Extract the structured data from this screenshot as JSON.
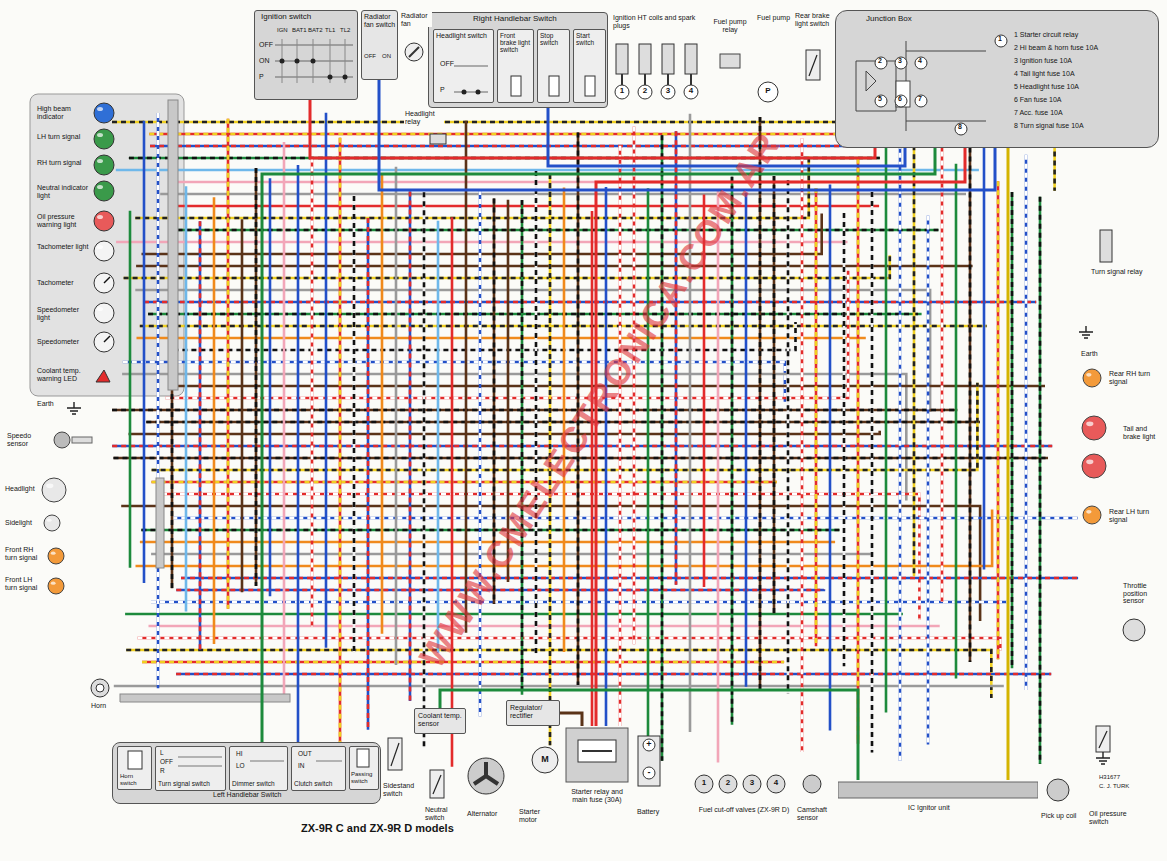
{
  "diagram": {
    "title": "ZX-9R C and ZX-9R D models",
    "nodes": [
      {
        "text": [
          "Ignition switch",
          "OFF",
          "ON",
          "P",
          "IGN",
          "BAT1",
          "BAT2",
          "TL1",
          "TL2"
        ]
      },
      {
        "text": [
          "Radiator fan switch",
          "OFF",
          "ON"
        ]
      },
      {
        "text": [
          "Right Handlebar Switch"
        ]
      },
      {
        "text": [
          "Headlight switch",
          "OFF",
          "P"
        ],
        "in": 2
      },
      {
        "text": [
          "Front brake light switch"
        ],
        "in": 2
      },
      {
        "text": [
          "Stop switch"
        ],
        "in": 2
      },
      {
        "text": [
          "Start switch"
        ],
        "in": 2
      },
      {
        "text": [
          "Junction Box",
          "1 Starter circuit relay",
          "2 Hi beam & horn fuse 10A",
          "3 Ignition fuse 10A",
          "4 Tail light fuse 10A",
          "5 Headlight fuse 10A",
          "6 Fan fuse 10A",
          "7 Acc. fuse 10A",
          "8 Turn signal fuse 10A"
        ]
      },
      {
        "text": [
          "Left Handlebar Switch"
        ]
      },
      {
        "text": [
          "Horn switch"
        ],
        "in": 8
      },
      {
        "text": [
          "L",
          "OFF",
          "R",
          "Turn signal switch"
        ],
        "in": 8
      },
      {
        "text": [
          "HI",
          "LO",
          "Dimmer switch"
        ],
        "in": 8
      },
      {
        "text": [
          "OUT",
          "IN",
          "Clutch switch"
        ],
        "in": 8
      },
      {
        "text": [
          "Passing switch"
        ],
        "in": 8
      },
      {
        "text": [
          "Coolant temp. sensor"
        ]
      },
      {
        "text": [
          "Regulator/ rectifier"
        ]
      },
      {
        "text": [
          "Starter relay and main fuse (30A)"
        ]
      },
      {
        "text": [
          "IC Ignitor unit"
        ]
      },
      {
        "text": [
          "Fuel pump relay"
        ]
      }
    ],
    "edges": [
      {
        "from": 0,
        "to": 7,
        "arrow": "none"
      },
      {
        "from": 2,
        "to": 7,
        "arrow": "none"
      },
      {
        "from": 8,
        "to": 7,
        "arrow": "none"
      },
      {
        "from": 16,
        "to": 7,
        "arrow": "none"
      },
      {
        "from": 15,
        "to": 16,
        "arrow": "none"
      },
      {
        "from": 17,
        "to": 7,
        "arrow": "none"
      },
      {
        "from": 14,
        "to": 17,
        "arrow": "none"
      },
      {
        "from": 1,
        "to": 7,
        "arrow": "none"
      }
    ],
    "labels": [
      "High beam indicator",
      "LH turn signal",
      "RH turn signal",
      "Neutral indicator light",
      "Oil pressure warning light",
      "Tachometer light",
      "Tachometer",
      "Speedometer light",
      "Speedometer",
      "Coolant temp. warning LED",
      "Earth",
      "Speedo sensor",
      "Headlight",
      "Sidelight",
      "Front RH turn signal",
      "Front LH turn signal",
      "Horn",
      "Sidestand switch",
      "Neutral switch",
      "Alternator",
      "Starter motor",
      "Battery",
      "Fuel cut-off valves (ZX-9R D)",
      "Camshaft sensor",
      "Pick up coil",
      "Oil pressure switch",
      "Throttle position sensor",
      "Rear LH turn signal",
      "Tail and brake light",
      "Rear RH turn signal",
      "Earth",
      "Turn signal relay",
      "Headlight relay",
      "Radiator fan",
      "Ignition HT coils and spark plugs",
      "Fuel pump",
      "Rear brake light switch",
      "1",
      "2",
      "3",
      "4",
      "P",
      "M",
      "1",
      "2",
      "3",
      "4",
      "+",
      "-",
      "1",
      "2",
      "3",
      "4",
      "5",
      "6",
      "7",
      "8",
      "H31677",
      "C. J. TURK",
      "WWW.CMELECTRONICA.COM.AR"
    ]
  }
}
